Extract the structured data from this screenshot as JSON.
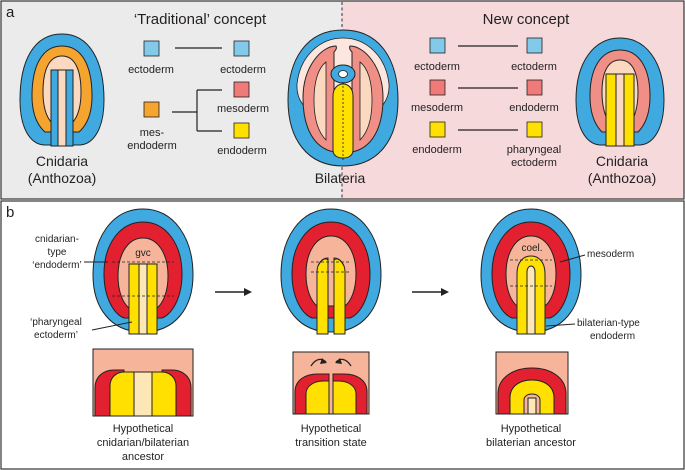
{
  "panel_a": {
    "letter": "a",
    "traditional_title": "‘Traditional’ concept",
    "new_title": "New concept",
    "trad": {
      "ecto_left": "ectoderm",
      "ecto_right": "ectoderm",
      "mesendo_line1": "mes-",
      "mesendo_line2": "endoderm",
      "meso": "mesoderm",
      "endo": "endoderm"
    },
    "cnidaria_left": [
      "Cnidaria",
      "(Anthozoa)"
    ],
    "bilateria": "Bilateria",
    "newc": {
      "ecto_left": "ectoderm",
      "ecto_right": "ectoderm",
      "meso_left": "mesoderm",
      "endo_right": "endoderm",
      "endo_left": "endoderm",
      "phar_line1": "pharyngeal",
      "phar_line2": "ectoderm"
    },
    "cnidaria_right": [
      "Cnidaria",
      "(Anthozoa)"
    ]
  },
  "panel_b": {
    "letter": "b",
    "emb1": {
      "cnid_lines": [
        "cnidarian-",
        "type",
        "‘endoderm’"
      ],
      "gvc": "gvc",
      "phar_lines": [
        "‘pharyngeal",
        "ectoderm’"
      ],
      "caption": [
        "Hypothetical",
        "cnidarian/bilaterian",
        "ancestor"
      ]
    },
    "emb2": {
      "caption": [
        "Hypothetical",
        "transition state"
      ]
    },
    "emb3": {
      "coel": "coel.",
      "meso": "mesoderm",
      "bil_lines": [
        "bilaterian-type",
        "endoderm"
      ],
      "caption": [
        "Hypothetical",
        "bilaterian ancestor"
      ]
    }
  },
  "colors": {
    "ectoderm": "#3fa9e0",
    "mesendoderm": "#f5a430",
    "mesoderm_salmon": "#ef8f86",
    "endoderm_yellow": "#ffe000",
    "red_layer": "#e2202f",
    "peach": "#f6b59a",
    "trad_bg": "#ebebeb",
    "new_bg": "#f6dadb"
  }
}
